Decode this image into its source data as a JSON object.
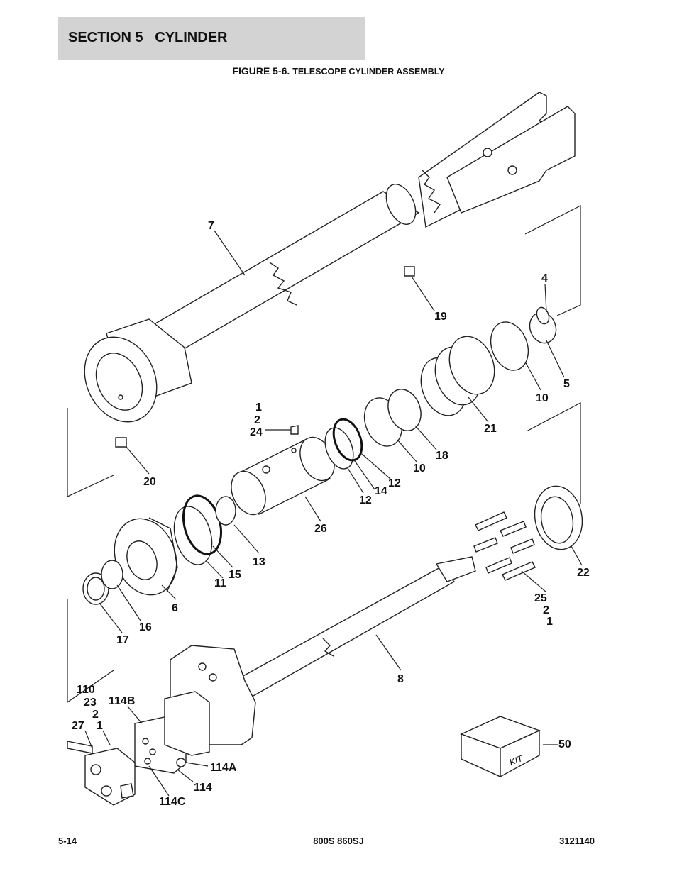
{
  "header": {
    "section": "SECTION 5",
    "title": "CYLINDER"
  },
  "figure": {
    "number": "FIGURE 5-6.",
    "caption": "TELESCOPE CYLINDER ASSEMBLY"
  },
  "footer": {
    "page": "5-14",
    "model": "800S 860SJ",
    "doc_number": "3121140"
  },
  "callouts": {
    "c7": "7",
    "c4": "4",
    "c19": "19",
    "c5": "5",
    "c10a": "10",
    "c21": "21",
    "c1a": "1",
    "c2a": "2",
    "c24": "24",
    "c18": "18",
    "c10b": "10",
    "c12a": "12",
    "c14": "14",
    "c12b": "12",
    "c20": "20",
    "c26": "26",
    "c22": "22",
    "c13": "13",
    "c15": "15",
    "c11": "11",
    "c6": "6",
    "c16": "16",
    "c17": "17",
    "c25": "25",
    "c2b": "2",
    "c1b": "1",
    "c8": "8",
    "c110": "110",
    "c23": "23",
    "c2c": "2",
    "c27": "27",
    "c1c": "1",
    "c114B": "114B",
    "c114A": "114A",
    "c114": "114",
    "c114C": "114C",
    "c50": "50"
  },
  "kit_label": "KIT"
}
